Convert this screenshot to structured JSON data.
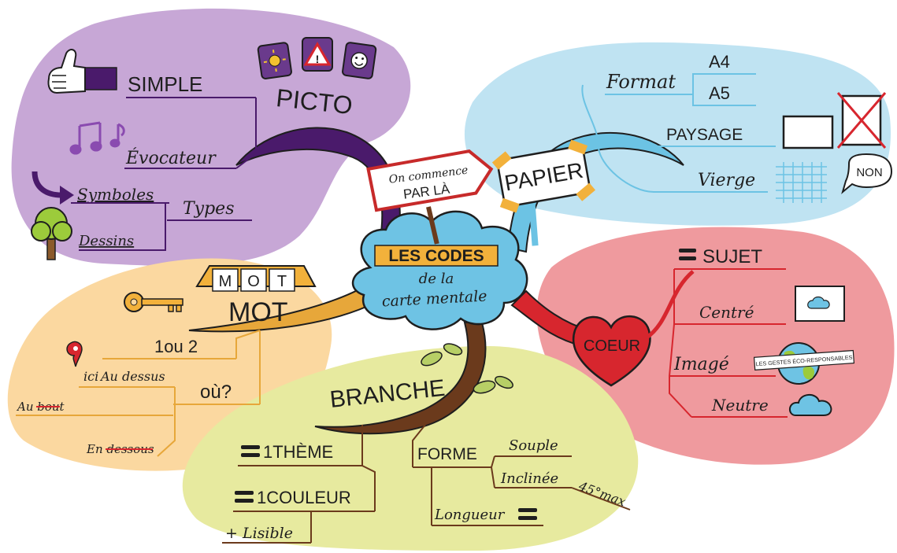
{
  "center": {
    "line1": "LES CODES",
    "line2": "de la",
    "line3": "carte mentale"
  },
  "start_sign": {
    "line1": "On commence",
    "line2": "PAR LÀ"
  },
  "picto": {
    "title": "PICTO",
    "simple": "SIMPLE",
    "evocateur": "Évocateur",
    "types": "Types",
    "symboles": "Symboles",
    "dessins": "Dessins"
  },
  "papier": {
    "title": "PAPIER",
    "format": "Format",
    "a4": "A4",
    "a5": "A5",
    "paysage": "PAYSAGE",
    "vierge": "Vierge",
    "non": "NON"
  },
  "mot": {
    "title": "MOT",
    "tiles": [
      "M",
      "O",
      "T"
    ],
    "un_ou_deux": "1ou 2",
    "ou": "où?",
    "ici": "ici",
    "au_dessus": "Au dessus",
    "au_bout": "Au bout",
    "en_dessous": "En dessous"
  },
  "coeur": {
    "title": "COEUR",
    "sujet": "SUJET",
    "centre": "Centré",
    "image": "Imagé",
    "gestes": "LES GESTES ÉCO-RESPONSABLES",
    "neutre": "Neutre"
  },
  "branche": {
    "title": "BRANCHE",
    "theme": "1THÈME",
    "couleur": "1COULEUR",
    "lisible": "+ Lisible",
    "forme": "FORME",
    "souple": "Souple",
    "inclinee": "Inclinée",
    "angle": "45°max",
    "longueur": "Longueur"
  },
  "colors": {
    "purple": "#c7a7d6",
    "purple_branch": "#4a1a6b",
    "blue": "#bfe3f2",
    "blue_branch": "#6cc3e4",
    "orange": "#fbd8a0",
    "orange_branch": "#e7a73a",
    "red": "#ef9a9e",
    "red_branch": "#d7262e",
    "yellow": "#e7ea9f",
    "brown_branch": "#6b3a1c",
    "cloud": "#6ec3e4",
    "label": "#f2b13b"
  }
}
